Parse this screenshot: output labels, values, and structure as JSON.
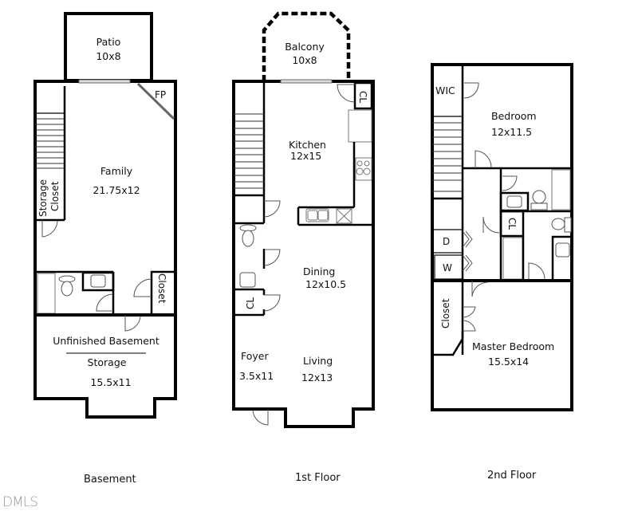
{
  "floors": {
    "basement": {
      "title": "Basement",
      "rooms": {
        "patio": {
          "name": "Patio",
          "dims": "10x8"
        },
        "fireplace": {
          "name": "FP"
        },
        "family": {
          "name": "Family",
          "dims": "21.75x12"
        },
        "storage_closet": {
          "name_line1": "Storage",
          "name_line2": "Closet"
        },
        "closet": {
          "name": "Closet"
        },
        "unfinished": {
          "name": "Unfinished Basement",
          "sub": "Storage",
          "dims": "15.5x11"
        }
      }
    },
    "first": {
      "title": "1st Floor",
      "rooms": {
        "balcony": {
          "name": "Balcony",
          "dims": "10x8"
        },
        "kitchen": {
          "name": "Kitchen",
          "dims": "12x15"
        },
        "kitchen_closet": {
          "name": "CL"
        },
        "dining": {
          "name": "Dining",
          "dims": "12x10.5"
        },
        "hall_closet": {
          "name": "CL"
        },
        "foyer": {
          "name": "Foyer",
          "dims": "3.5x11"
        },
        "living": {
          "name": "Living",
          "dims": "12x13"
        }
      }
    },
    "second": {
      "title": "2nd Floor",
      "rooms": {
        "wic": {
          "name": "WIC"
        },
        "bedroom": {
          "name": "Bedroom",
          "dims": "12x11.5"
        },
        "linen_closet": {
          "name": "CL"
        },
        "dryer": {
          "name": "D"
        },
        "washer": {
          "name": "W"
        },
        "master_closet": {
          "name": "Closet"
        },
        "master": {
          "name": "Master Bedroom",
          "dims": "15.5x14"
        }
      }
    }
  },
  "watermark": "DMLS"
}
